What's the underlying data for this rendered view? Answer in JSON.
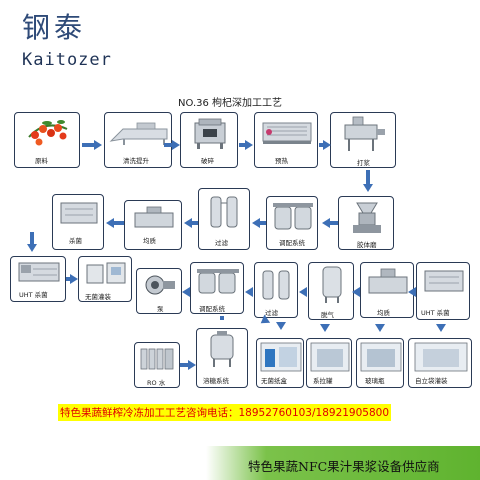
{
  "brand": {
    "cn": "钢泰",
    "en": "Kaitozer"
  },
  "diagram": {
    "title": "NO.36 枸杞深加工工艺",
    "steps": {
      "s1": "原料",
      "s2": "清洗提升",
      "s3": "破碎",
      "s4": "预热",
      "s5": "打浆",
      "s6": "胶体磨",
      "s7": "调配系统",
      "s8": "过滤",
      "s9": "均质",
      "s10": "杀菌",
      "s11": "UHT 杀菌",
      "s12": "无菌灌装",
      "s13": "泵",
      "s14": "调配系统",
      "s15": "过滤",
      "s16": "脱气",
      "s17": "均质",
      "s18": "UHT 杀菌",
      "s19": "RO 水",
      "s20": "溶糖系统",
      "s21": "无菌纸盒",
      "s22": "系拉罐",
      "s23": "玻璃瓶",
      "s24": "自立袋灌装"
    }
  },
  "contact": {
    "label": "特色果蔬鲜榨冷冻加工工艺咨询电话：",
    "phones": "18952760103/18921905800"
  },
  "footer": {
    "text": "特色果蔬NFC果汁果浆设备供应商"
  },
  "colors": {
    "arrow": "#3d6fb6",
    "box_border": "#2a3a55",
    "highlight": "#ffff00",
    "phone_text": "#e00000",
    "footer_green": "#5fb32f"
  }
}
